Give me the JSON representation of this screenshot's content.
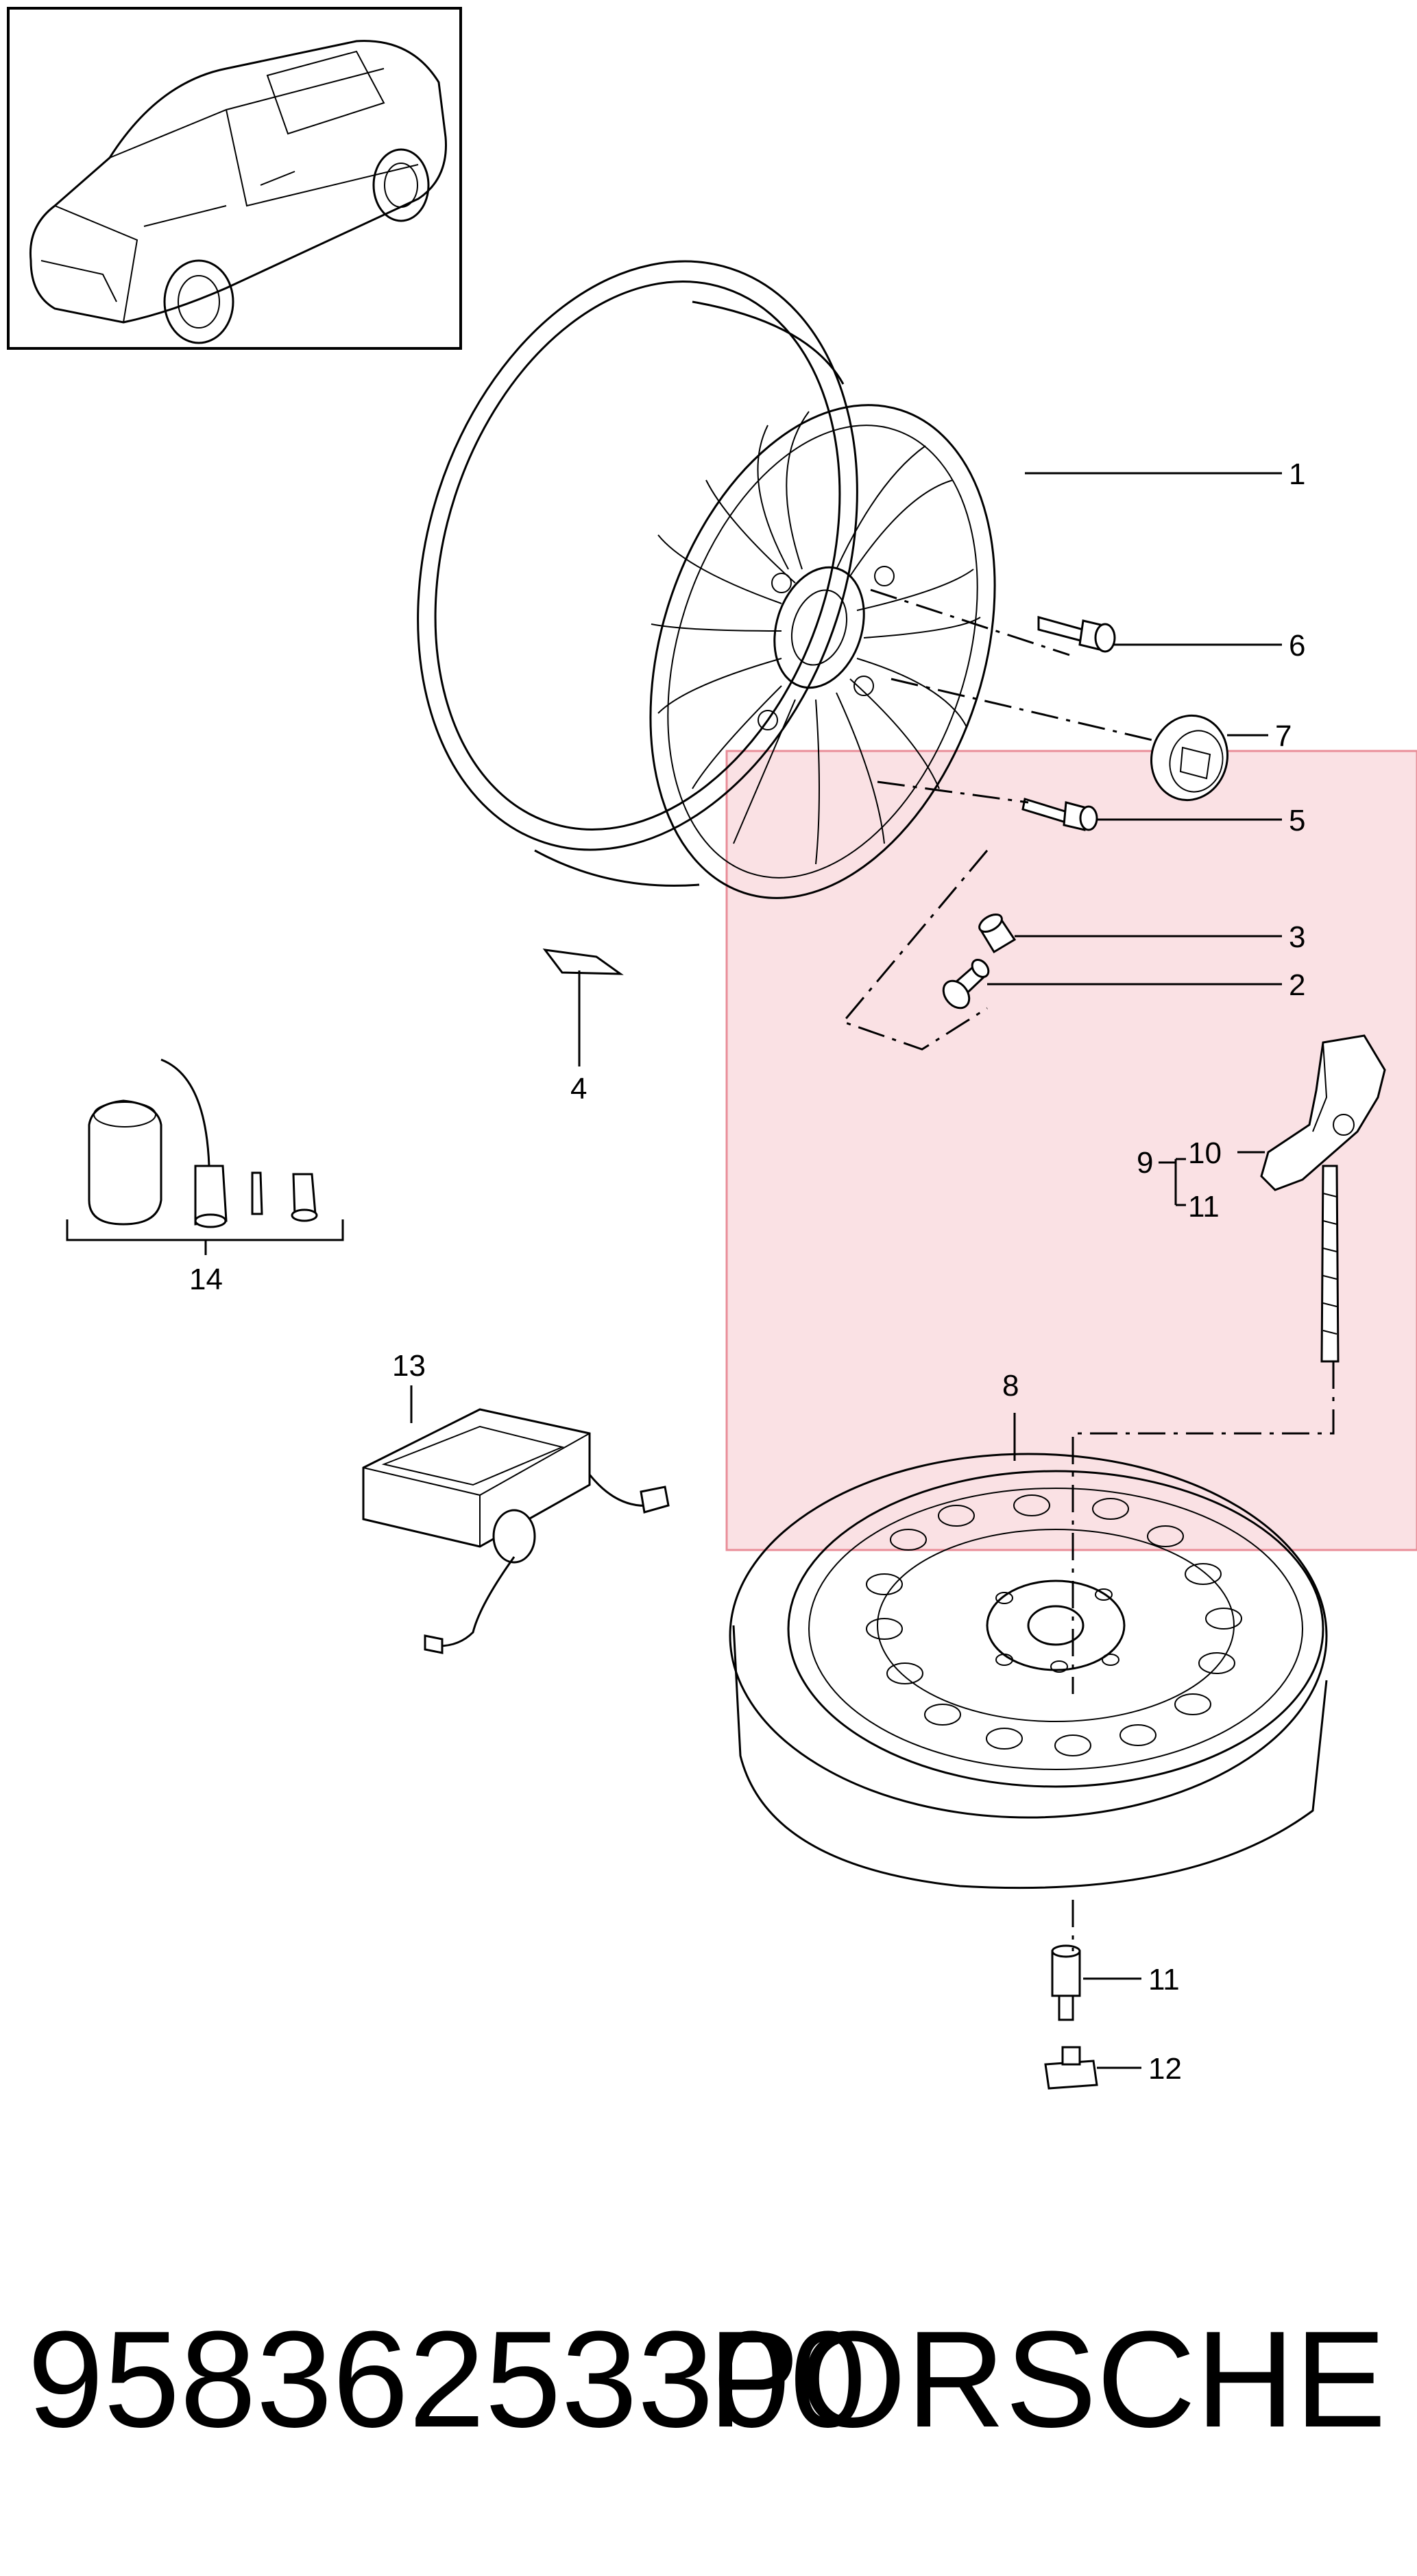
{
  "diagram": {
    "callouts": {
      "c1": "1",
      "c2": "2",
      "c3": "3",
      "c4": "4",
      "c5": "5",
      "c6": "6",
      "c7": "7",
      "c8": "8",
      "c9": "9",
      "c10": "10",
      "c11a": "11",
      "c11b": "11",
      "c12": "12",
      "c13": "13",
      "c14": "14"
    },
    "highlight_color": "#f8d7db"
  },
  "footer": {
    "part_number": "95836253300",
    "brand": "PORSCHE"
  }
}
